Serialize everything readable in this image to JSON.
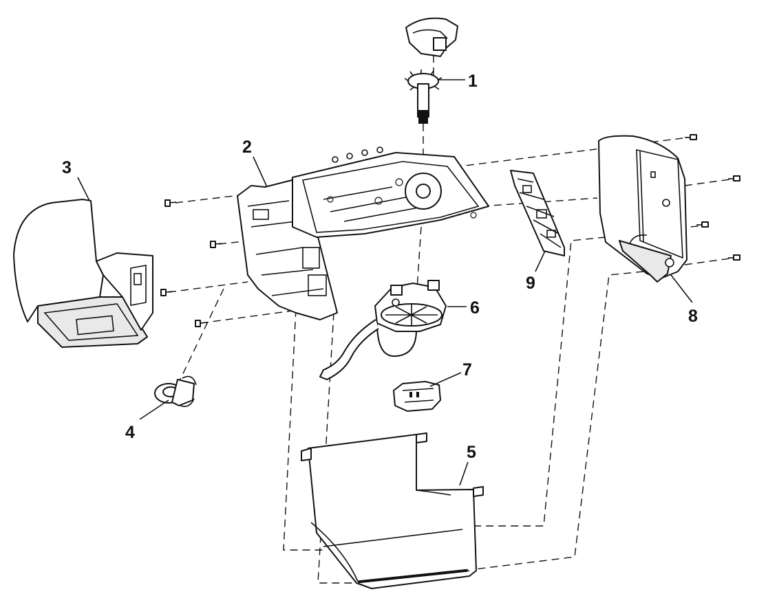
{
  "callouts": [
    {
      "id": "1",
      "label": "1"
    },
    {
      "id": "2",
      "label": "2"
    },
    {
      "id": "3",
      "label": "3"
    },
    {
      "id": "4",
      "label": "4"
    },
    {
      "id": "5",
      "label": "5"
    },
    {
      "id": "6",
      "label": "6"
    },
    {
      "id": "7",
      "label": "7"
    },
    {
      "id": "8",
      "label": "8"
    },
    {
      "id": "9",
      "label": "9"
    }
  ],
  "colors": {
    "line": "#111111",
    "fill": "#ffffff",
    "shade": "#e9e9e9"
  }
}
